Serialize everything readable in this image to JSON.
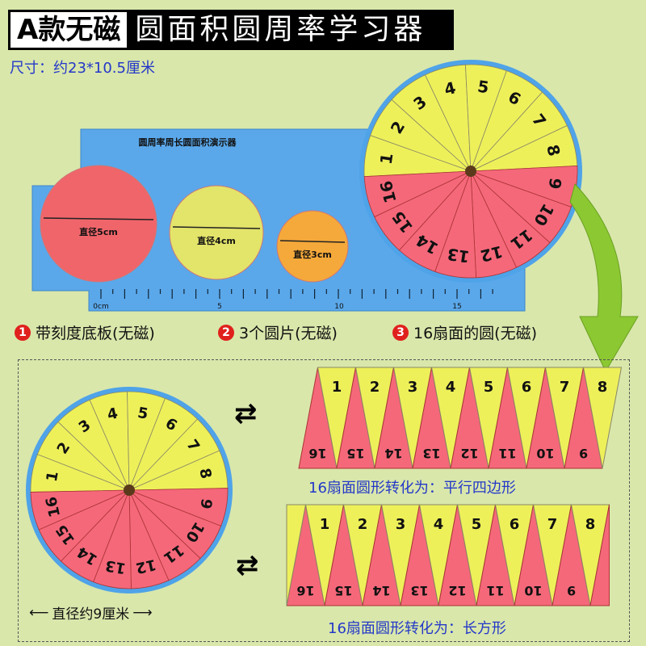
{
  "header": {
    "badge": "A款无磁",
    "title": "圆面积圆周率学习器"
  },
  "size_text": "尺寸：约23*10.5厘米",
  "board": {
    "label": "圆周率周长圆面积演示器",
    "ruler_labels": [
      "0cm",
      "5",
      "10",
      "15"
    ],
    "discs": [
      {
        "label": "直径5cm",
        "color": "#f0656a"
      },
      {
        "label": "直径4cm",
        "color": "#e3e46a"
      },
      {
        "label": "直径3cm",
        "color": "#f5a93a"
      }
    ]
  },
  "wheel": {
    "top_numbers": [
      "1",
      "2",
      "3",
      "4",
      "5",
      "6",
      "7",
      "8"
    ],
    "bottom_numbers": [
      "9",
      "10",
      "11",
      "12",
      "13",
      "14",
      "15",
      "16"
    ],
    "yellow": "#eef05a",
    "red": "#f5687a"
  },
  "legend": [
    {
      "num": "1",
      "text": "带刻度底板(无磁)"
    },
    {
      "num": "2",
      "text": "3个圆片(无磁)"
    },
    {
      "num": "3",
      "text": "16扇面的圆(无磁)"
    }
  ],
  "lower": {
    "diameter_label": "直径约9厘米",
    "parallelogram_caption": "16扇面圆形转化为：平行四边形",
    "rectangle_caption": "16扇面圆形转化为：长方形",
    "swap_icon": "⇄"
  },
  "colors": {
    "background": "#d9e7ab",
    "board": "#5aa8ea",
    "accent_blue": "#2438c8",
    "arrow_green": "#8cc832"
  }
}
